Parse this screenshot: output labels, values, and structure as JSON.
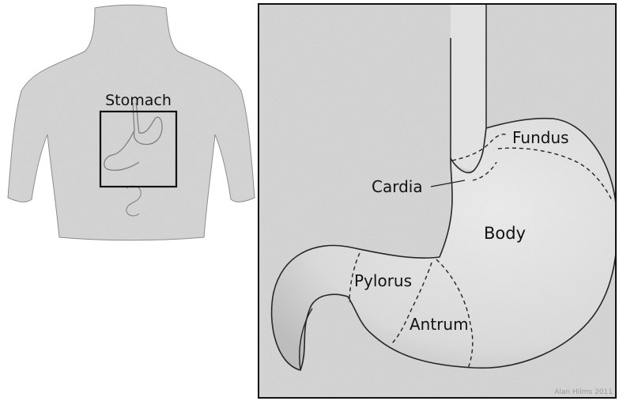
{
  "torso_panel": {
    "label": "Stomach"
  },
  "detail_panel": {
    "labels": {
      "fundus": "Fundus",
      "cardia": "Cardia",
      "body": "Body",
      "pylorus": "Pylorus",
      "antrum": "Antrum"
    },
    "credit": "Alan Hilms 2011"
  },
  "colors": {
    "panel_fill": "#d7d7d7",
    "outline": "#222222",
    "label_text": "#111111"
  }
}
